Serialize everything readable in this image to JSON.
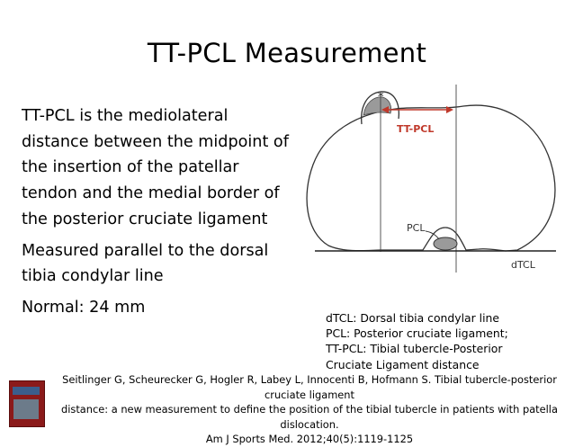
{
  "slide": {
    "title": "TT-PCL Measurement",
    "bullets": [
      "TT-PCL is the mediolateral distance between the midpoint of the insertion of the patellar tendon and the medial border of the posterior cruciate ligament",
      "Measured parallel to the dorsal tibia condylar line",
      "Normal: 24 mm"
    ]
  },
  "diagram": {
    "measure_label": "TT-PCL",
    "pcl_label": "PCL",
    "dtcl_label": "dTCL",
    "marker": "*",
    "colors": {
      "measure": "#c0392b",
      "outline": "#333333"
    }
  },
  "legend": [
    "dTCL: Dorsal tibia condylar line",
    "PCL: Posterior cruciate ligament;",
    "TT-PCL: Tibial  tubercle-Posterior",
    "Cruciate Ligament distance"
  ],
  "citation": {
    "line1": "Seitlinger G, Scheurecker G, Hogler R, Labey L, Innocenti B, Hofmann S. Tibial tubercle-posterior cruciate ligament",
    "line2": "distance: a new measurement to define the position of the tibial tubercle in patients with patella dislocation.",
    "line3": "Am J Sports Med. 2012;40(5):1119-1125"
  }
}
